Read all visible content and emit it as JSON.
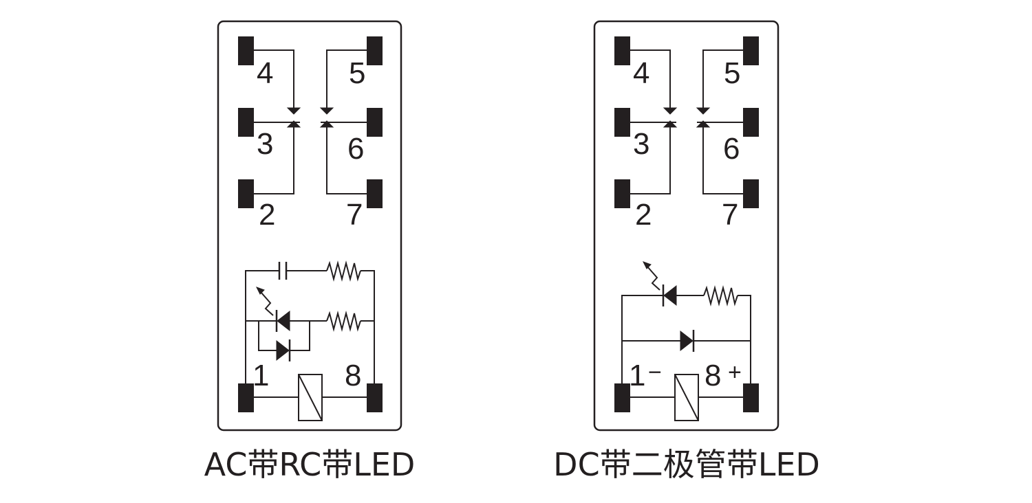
{
  "diagrams": [
    {
      "id": "ac",
      "caption": "AC带RC带LED",
      "pins": {
        "p1": "1",
        "p2": "2",
        "p3": "3",
        "p4": "4",
        "p5": "5",
        "p6": "6",
        "p7": "7",
        "p8": "8"
      },
      "components": [
        "capacitor",
        "resistor",
        "led",
        "resistor",
        "diode",
        "coil"
      ]
    },
    {
      "id": "dc",
      "caption": "DC带二极管带LED",
      "pins": {
        "p1": "1",
        "p2": "2",
        "p3": "3",
        "p4": "4",
        "p5": "5",
        "p6": "6",
        "p7": "7",
        "p8": "8"
      },
      "polarity": {
        "p1": "−",
        "p8": "+"
      },
      "components": [
        "led",
        "resistor",
        "diode",
        "coil"
      ]
    }
  ]
}
